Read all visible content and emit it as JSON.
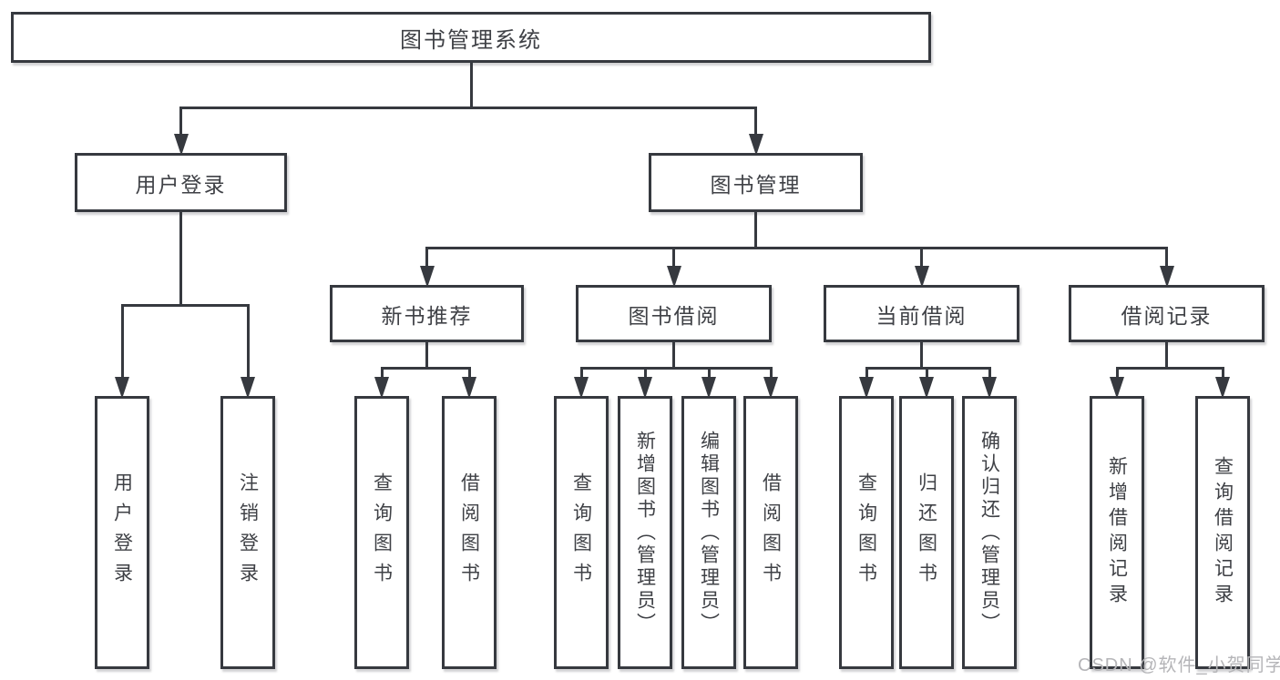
{
  "page": {
    "background": "#ffffff"
  },
  "colors": {
    "line": "#36393f",
    "box_fill": "#ffffff",
    "text": "#3f4146",
    "watermark": "#b5b5b8"
  },
  "watermark": {
    "text": "CSDN @软件_小贺同学"
  },
  "diagram": {
    "title": "图书管理系统",
    "nodes": [
      {
        "id": "root",
        "label": "图书管理系统",
        "orientation": "horizontal",
        "children": [
          "user-login-group",
          "book-mgmt"
        ]
      },
      {
        "id": "user-login-group",
        "label": "用户登录",
        "orientation": "horizontal",
        "children": [
          "user-login",
          "logout"
        ]
      },
      {
        "id": "book-mgmt",
        "label": "图书管理",
        "orientation": "horizontal",
        "children": [
          "new-book-rec",
          "book-borrow",
          "current-borrow",
          "borrow-records"
        ]
      },
      {
        "id": "new-book-rec",
        "label": "新书推荐",
        "orientation": "horizontal",
        "children": [
          "query-books-1",
          "borrow-books-1"
        ]
      },
      {
        "id": "book-borrow",
        "label": "图书借阅",
        "orientation": "horizontal",
        "children": [
          "query-books-2",
          "add-books-admin",
          "edit-books-admin",
          "borrow-books-2"
        ]
      },
      {
        "id": "current-borrow",
        "label": "当前借阅",
        "orientation": "horizontal",
        "children": [
          "query-books-3",
          "return-books",
          "confirm-return-admin"
        ]
      },
      {
        "id": "borrow-records",
        "label": "借阅记录",
        "orientation": "horizontal",
        "children": [
          "add-borrow-record",
          "query-borrow-record"
        ]
      },
      {
        "id": "user-login",
        "label": "用户登录",
        "orientation": "vertical"
      },
      {
        "id": "logout",
        "label": "注销登录",
        "orientation": "vertical"
      },
      {
        "id": "query-books-1",
        "label": "查询图书",
        "orientation": "vertical"
      },
      {
        "id": "borrow-books-1",
        "label": "借阅图书",
        "orientation": "vertical"
      },
      {
        "id": "query-books-2",
        "label": "查询图书",
        "orientation": "vertical"
      },
      {
        "id": "add-books-admin",
        "label": "新增图书（管理员）",
        "orientation": "vertical"
      },
      {
        "id": "edit-books-admin",
        "label": "编辑图书（管理员）",
        "orientation": "vertical"
      },
      {
        "id": "borrow-books-2",
        "label": "借阅图书",
        "orientation": "vertical"
      },
      {
        "id": "query-books-3",
        "label": "查询图书",
        "orientation": "vertical"
      },
      {
        "id": "return-books",
        "label": "归还图书",
        "orientation": "vertical"
      },
      {
        "id": "confirm-return-admin",
        "label": "确认归还（管理员）",
        "orientation": "vertical"
      },
      {
        "id": "add-borrow-record",
        "label": "新增借阅记录",
        "orientation": "vertical"
      },
      {
        "id": "query-borrow-record",
        "label": "查询借阅记录",
        "orientation": "vertical"
      }
    ]
  }
}
